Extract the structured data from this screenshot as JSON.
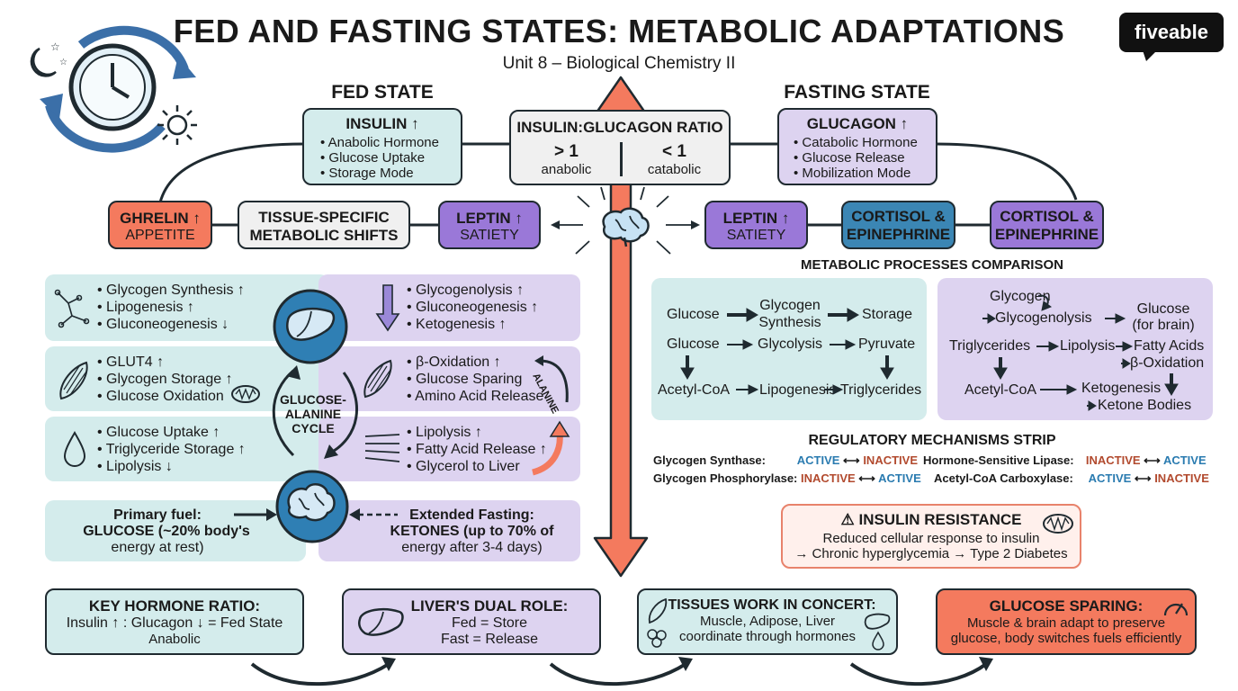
{
  "header": {
    "title": "FED AND FASTING STATES: METABOLIC ADAPTATIONS",
    "subtitle": "Unit 8 – Biological Chemistry II",
    "logo": "fiveable"
  },
  "icons": {
    "clock": "clock-icon",
    "moon": "moon-stars-icon",
    "sun": "sun-icon",
    "brain": "brain-icon",
    "liver": "liver-icon",
    "muscle": "muscle-icon",
    "mitochondria": "mitochondria-icon",
    "droplet": "droplet-icon",
    "fat_cells": "fat-cells-icon",
    "gauge": "gauge-icon",
    "warning": "warning-icon"
  },
  "colors": {
    "fed": "#d4ecec",
    "fast": "#ddd3f0",
    "accent_orange": "#f47a5e",
    "accent_purple": "#9a78d8",
    "accent_blue": "#3b86b4",
    "active": "#2a7bb0",
    "inactive": "#b24a2e"
  },
  "fed_state": {
    "heading": "FED STATE",
    "insulin": {
      "title": "INSULIN ↑",
      "items": [
        "Anabolic Hormone",
        "Glucose Uptake",
        "Storage Mode"
      ]
    }
  },
  "fasting_state": {
    "heading": "FASTING STATE",
    "glucagon": {
      "title": "GLUCAGON ↑",
      "items": [
        "Catabolic Hormone",
        "Glucose Release",
        "Mobilization Mode"
      ]
    }
  },
  "ratio": {
    "title": "INSULIN:GLUCAGON RATIO",
    "left_value": "> 1",
    "left_label": "anabolic",
    "right_value": "< 1",
    "right_label": "catabolic"
  },
  "hormone_row": {
    "ghrelin_title": "GHRELIN ↑",
    "ghrelin_sub": "APPETITE",
    "tissue_title": "TISSUE-SPECIFIC",
    "tissue_sub": "METABOLIC SHIFTS",
    "leptin_fed_title": "LEPTIN ↑",
    "leptin_fed_sub": "SATIETY",
    "leptin_fast_title": "LEPTIN ↑",
    "leptin_fast_sub": "SATIETY",
    "cortisol_a_line1": "CORTISOL &",
    "cortisol_a_line2": "EPINEPHRINE",
    "cortisol_b_line1": "CORTISOL &",
    "cortisol_b_line2": "EPINEPHRINE"
  },
  "tissues": {
    "liver_fed": [
      "Glycogen Synthesis ↑",
      "Lipogenesis ↑",
      "Gluconeogenesis ↓"
    ],
    "liver_fast": [
      "Glycogenolysis ↑",
      "Gluconeogenesis ↑",
      "Ketogenesis ↑"
    ],
    "muscle_fed": [
      "GLUT4 ↑",
      "Glycogen Storage ↑",
      "Glucose Oxidation"
    ],
    "muscle_fast": [
      "β-Oxidation ↑",
      "Glucose Sparing",
      "Amino Acid Release"
    ],
    "adipose_fed": [
      "Glucose Uptake ↑",
      "Triglyceride Storage ↑",
      "Lipolysis ↓"
    ],
    "adipose_fast": [
      "Lipolysis ↑",
      "Fatty Acid Release ↑",
      "Glycerol to Liver"
    ],
    "cycle_line1": "GLUCOSE-",
    "cycle_line2": "ALANINE",
    "cycle_line3": "CYCLE",
    "alanine": "ALANINE",
    "brain_fed_line1": "Primary fuel:",
    "brain_fed_line2": "GLUCOSE (~20% body's",
    "brain_fed_line3": "energy at rest)",
    "brain_fast_line1": "Extended Fasting:",
    "brain_fast_line2": "KETONES (up to 70% of",
    "brain_fast_line3": "energy after 3-4 days)"
  },
  "processes": {
    "heading": "METABOLIC PROCESSES COMPARISON",
    "fed": {
      "glucose1": "Glucose",
      "glycogen_synthesis_1": "Glycogen",
      "glycogen_synthesis_2": "Synthesis",
      "storage": "Storage",
      "glucose2": "Glucose",
      "glycolysis": "Glycolysis",
      "pyruvate": "Pyruvate",
      "acetyl": "Acetyl-CoA",
      "lipogenesis": "Lipogenesis",
      "triglycerides": "Triglycerides"
    },
    "fast": {
      "glycogen": "Glycogen",
      "glycogenolysis": "Glycogenolysis",
      "glucose_1": "Glucose",
      "glucose_2": "(for brain)",
      "triglycerides": "Triglycerides",
      "lipolysis": "Lipolysis",
      "fatty_acids": "Fatty Acids",
      "beta_ox": "β-Oxidation",
      "acetyl": "Acetyl-CoA",
      "ketogenesis": "Ketogenesis",
      "ketone_bodies": "Ketone Bodies"
    }
  },
  "regulatory": {
    "heading": "REGULATORY MECHANISMS STRIP",
    "rows": [
      {
        "name": "Glycogen Synthase:",
        "left": "ACTIVE",
        "right": "INACTIVE"
      },
      {
        "name": "Hormone-Sensitive Lipase:",
        "left": "INACTIVE",
        "right": "ACTIVE"
      },
      {
        "name": "Glycogen Phosphorylase:",
        "left": "INACTIVE",
        "right": "ACTIVE"
      },
      {
        "name": "Acetyl-CoA Carboxylase:",
        "left": "ACTIVE",
        "right": "INACTIVE"
      }
    ],
    "arrow": "⟷"
  },
  "insulin_resistance": {
    "title": "INSULIN RESISTANCE",
    "line1": "Reduced cellular response to insulin",
    "line2": "→ Chronic hyperglycemia → Type 2 Diabetes"
  },
  "summary": {
    "key_ratio_title": "KEY HORMONE RATIO:",
    "key_ratio_line1": "Insulin ↑ : Glucagon ↓ = Fed State",
    "key_ratio_line2": "Anabolic",
    "liver_title": "LIVER'S DUAL ROLE:",
    "liver_line1": "Fed = Store",
    "liver_line2": "Fast = Release",
    "tissues_title": "TISSUES WORK IN CONCERT:",
    "tissues_line1": "Muscle, Adipose, Liver",
    "tissues_line2": "coordinate through hormones",
    "sparing_title": "GLUCOSE SPARING:",
    "sparing_line1": "Muscle & brain adapt to preserve",
    "sparing_line2": "glucose, body switches fuels efficiently"
  }
}
